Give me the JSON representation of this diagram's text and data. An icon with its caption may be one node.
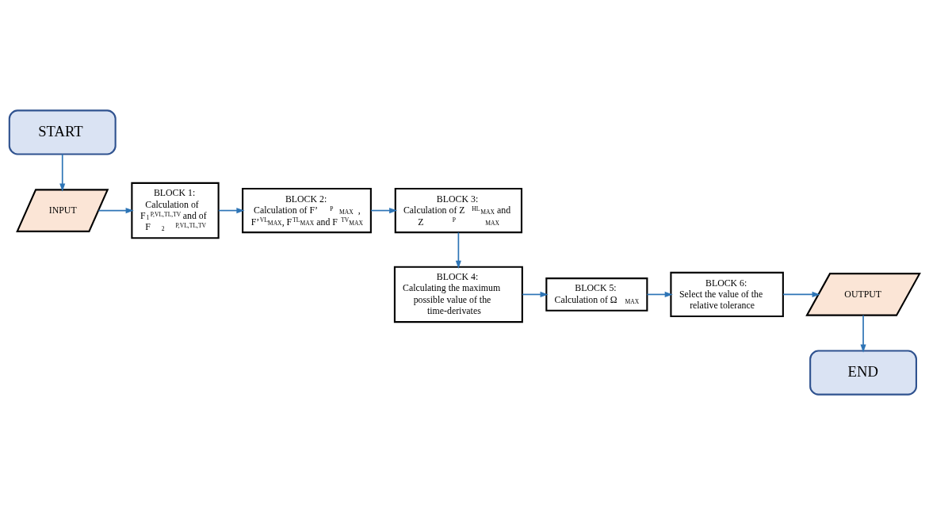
{
  "diagram": {
    "nodes": [
      {
        "text": [
          "START"
        ]
      },
      {
        "text": [
          "INPUT"
        ]
      },
      {
        "text": [
          "BLOCK 1:",
          "Calculation of F$_{1}$$^{P,VL,TL,TV}$ and of F$_{2}$$^{P,VL,TL,TV}$"
        ]
      },
      {
        "text": [
          "BLOCK 2:",
          "Calculation of F’$^{P}$$_{MAX}$, F’$^{VL}$$_{MAX}$, F$^{TL}$$_{MAX}$ and F$^{TV}$$_{MAX}$"
        ]
      },
      {
        "text": [
          "BLOCK 3:",
          "Calculation of Z$^{HL}$$_{MAX}$ and Z$^{P}$$_{MAX}$"
        ]
      },
      {
        "text": [
          "BLOCK 4:",
          "Calculating the maximum possible value of the time-derivates"
        ]
      },
      {
        "text": [
          "BLOCK 5:",
          "Calculation of Ω$_{MAX}$"
        ]
      },
      {
        "text": [
          "BLOCK 6:",
          "Select the value of the relative tolerance"
        ]
      },
      {
        "text": [
          "OUTPUT"
        ]
      },
      {
        "text": [
          "END"
        ]
      }
    ],
    "edges": [
      {
        "from": 0,
        "to": 1,
        "arrow": "to"
      },
      {
        "from": 1,
        "to": 2,
        "arrow": "to"
      },
      {
        "from": 2,
        "to": 3,
        "arrow": "to"
      },
      {
        "from": 3,
        "to": 4,
        "arrow": "to"
      },
      {
        "from": 4,
        "to": 5,
        "arrow": "to"
      },
      {
        "from": 5,
        "to": 6,
        "arrow": "to"
      },
      {
        "from": 6,
        "to": 7,
        "arrow": "to"
      },
      {
        "from": 7,
        "to": 8,
        "arrow": "to"
      },
      {
        "from": 8,
        "to": 9,
        "arrow": "to"
      }
    ]
  }
}
